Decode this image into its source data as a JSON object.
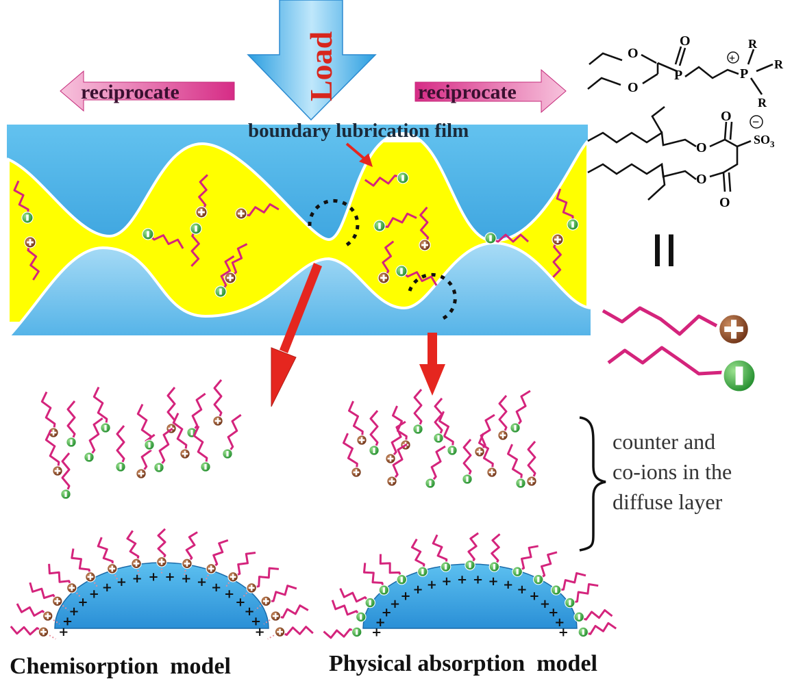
{
  "arrows": {
    "load": "Load",
    "reciprocate_left": "reciprocate",
    "reciprocate_right": "reciprocate"
  },
  "film_label": "boundary lubrication film",
  "chemistry": {
    "atom_o": "O",
    "atom_p": "P",
    "atom_r": "R",
    "plus_charge": "+",
    "minus_charge": "−",
    "so3": "SO",
    "so3_sub": "3",
    "equals_sign": "="
  },
  "diffuse_layer": {
    "line1": "counter and",
    "line2": "co-ions in the",
    "line3": "diffuse layer"
  },
  "models": {
    "left": "Chemisorption  model",
    "right": "Physical absorption  model"
  },
  "colors": {
    "blue": "#4fb2e6",
    "yellow": "#ffff00",
    "magenta": "#d4247c",
    "red_arrow": "#e5261f",
    "cation_brown": "#7a3b1f",
    "anion_green": "#2ea83a"
  },
  "icons": {
    "cation": "cation-plus-icon",
    "anion": "anion-minus-icon"
  }
}
